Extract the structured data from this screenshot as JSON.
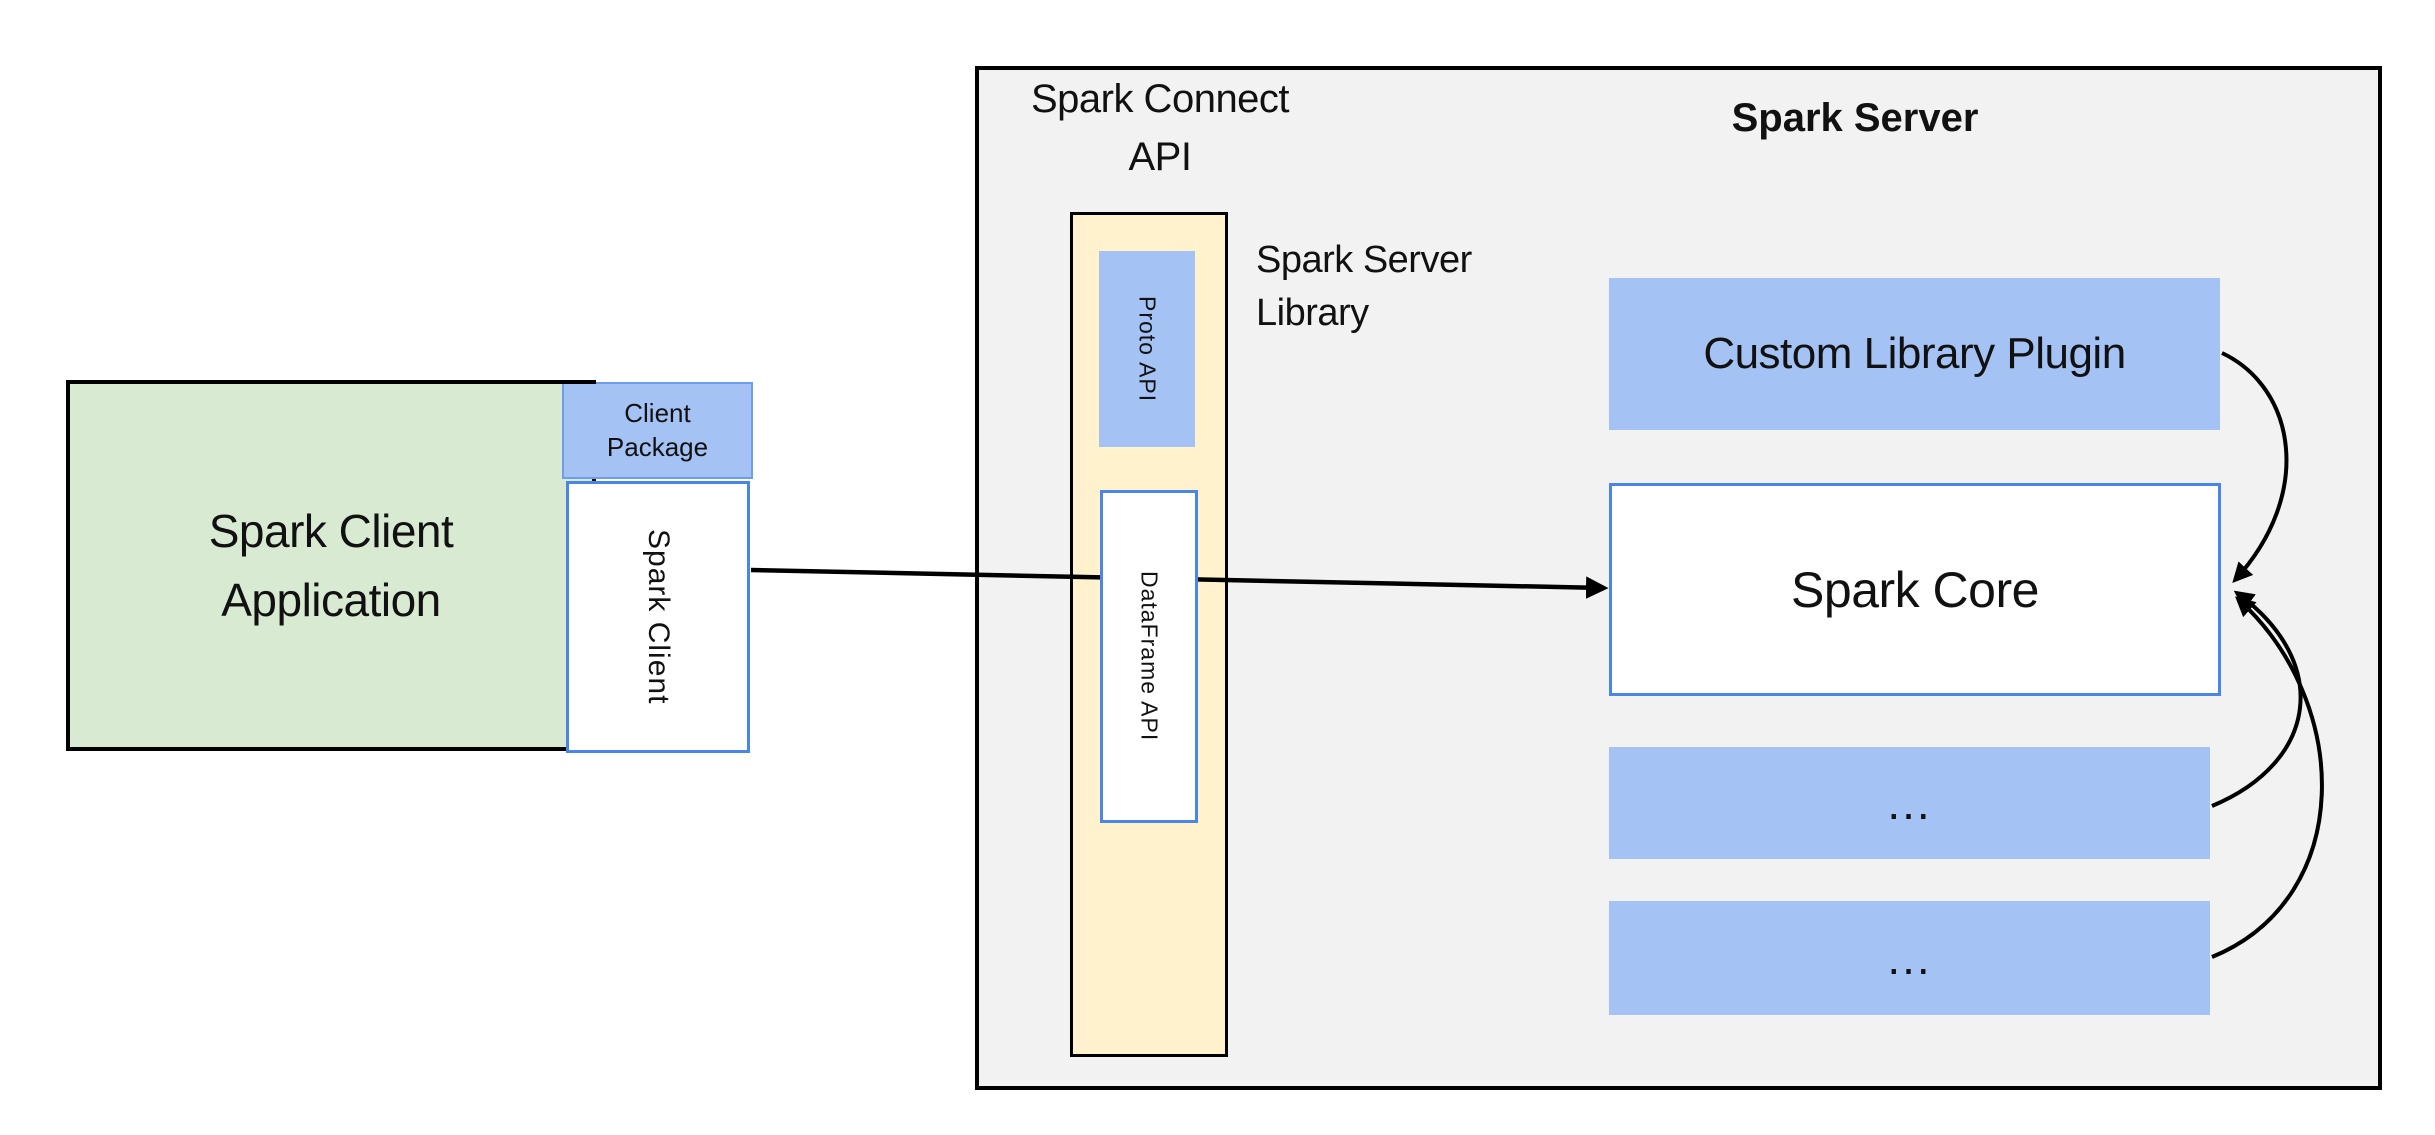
{
  "nodes": {
    "spark_client_app": {
      "lines": [
        "Spark Client",
        "Application"
      ]
    },
    "client_package": {
      "lines": [
        "Client",
        "Package"
      ]
    },
    "spark_client": {
      "label": "Spark Client"
    },
    "spark_connect_api": {
      "lines": [
        "Spark Connect",
        "API"
      ]
    },
    "proto_api": {
      "label": "Proto API"
    },
    "dataframe_api": {
      "label": "DataFrame API"
    },
    "spark_server_library": {
      "lines": [
        "Spark Server",
        "Library"
      ]
    },
    "spark_server": {
      "label": "Spark Server"
    },
    "custom_library_plugin": {
      "label": "Custom Library Plugin"
    },
    "spark_core": {
      "label": "Spark Core"
    },
    "plugin_slot_1": {
      "label": "..."
    },
    "plugin_slot_2": {
      "label": "..."
    }
  },
  "colors": {
    "client_app_fill": "#d9ead3",
    "accent_blue_fill": "#a4c2f4",
    "api_wrapper_fill": "#fff2cc",
    "server_fill": "#f2f2f2",
    "blue_border": "#4a86e8",
    "line": "#000000"
  }
}
